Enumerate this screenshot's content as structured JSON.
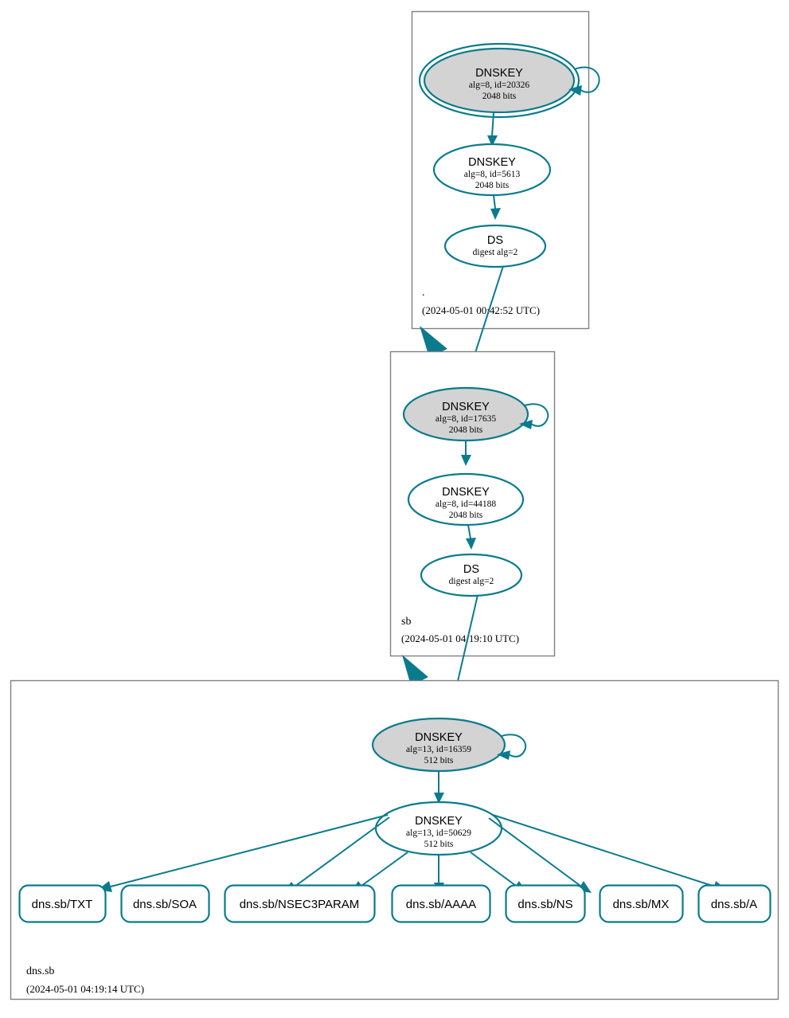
{
  "diagram": {
    "type": "dnssec-chain-of-trust",
    "title": "",
    "accent_color": "#0a7b8c",
    "sep_fill_color": "#d3d3d3",
    "zone_border_color": "#808080"
  },
  "zones": [
    {
      "id": "root",
      "name": ".",
      "timestamp": "(2024-05-01 00:42:52 UTC)",
      "nodes": [
        {
          "id": "root-ksk",
          "kind": "DNSKEY",
          "title": "DNSKEY",
          "line2": "alg=8, id=20326",
          "line3": "2048 bits",
          "sep": true,
          "trust_anchor": true,
          "self_signed": true
        },
        {
          "id": "root-zsk",
          "kind": "DNSKEY",
          "title": "DNSKEY",
          "line2": "alg=8, id=5613",
          "line3": "2048 bits",
          "sep": false,
          "trust_anchor": false,
          "self_signed": false
        },
        {
          "id": "root-ds",
          "kind": "DS",
          "title": "DS",
          "line2": "digest alg=2",
          "line3": "",
          "sep": false,
          "trust_anchor": false,
          "self_signed": false
        }
      ]
    },
    {
      "id": "sb",
      "name": "sb",
      "timestamp": "(2024-05-01 04:19:10 UTC)",
      "nodes": [
        {
          "id": "sb-ksk",
          "kind": "DNSKEY",
          "title": "DNSKEY",
          "line2": "alg=8, id=17635",
          "line3": "2048 bits",
          "sep": true,
          "trust_anchor": false,
          "self_signed": true
        },
        {
          "id": "sb-zsk",
          "kind": "DNSKEY",
          "title": "DNSKEY",
          "line2": "alg=8, id=44188",
          "line3": "2048 bits",
          "sep": false,
          "trust_anchor": false,
          "self_signed": false
        },
        {
          "id": "sb-ds",
          "kind": "DS",
          "title": "DS",
          "line2": "digest alg=2",
          "line3": "",
          "sep": false,
          "trust_anchor": false,
          "self_signed": false
        }
      ]
    },
    {
      "id": "dnssb",
      "name": "dns.sb",
      "timestamp": "(2024-05-01 04:19:14 UTC)",
      "nodes": [
        {
          "id": "dnssb-ksk",
          "kind": "DNSKEY",
          "title": "DNSKEY",
          "line2": "alg=13, id=16359",
          "line3": "512 bits",
          "sep": true,
          "trust_anchor": false,
          "self_signed": true
        },
        {
          "id": "dnssb-zsk",
          "kind": "DNSKEY",
          "title": "DNSKEY",
          "line2": "alg=13, id=50629",
          "line3": "512 bits",
          "sep": false,
          "trust_anchor": false,
          "self_signed": false
        }
      ],
      "rrsets": [
        {
          "id": "rr-txt",
          "label": "dns.sb/TXT"
        },
        {
          "id": "rr-soa",
          "label": "dns.sb/SOA"
        },
        {
          "id": "rr-nsec3param",
          "label": "dns.sb/NSEC3PARAM"
        },
        {
          "id": "rr-aaaa",
          "label": "dns.sb/AAAA"
        },
        {
          "id": "rr-ns",
          "label": "dns.sb/NS"
        },
        {
          "id": "rr-mx",
          "label": "dns.sb/MX"
        },
        {
          "id": "rr-a",
          "label": "dns.sb/A"
        }
      ]
    }
  ]
}
